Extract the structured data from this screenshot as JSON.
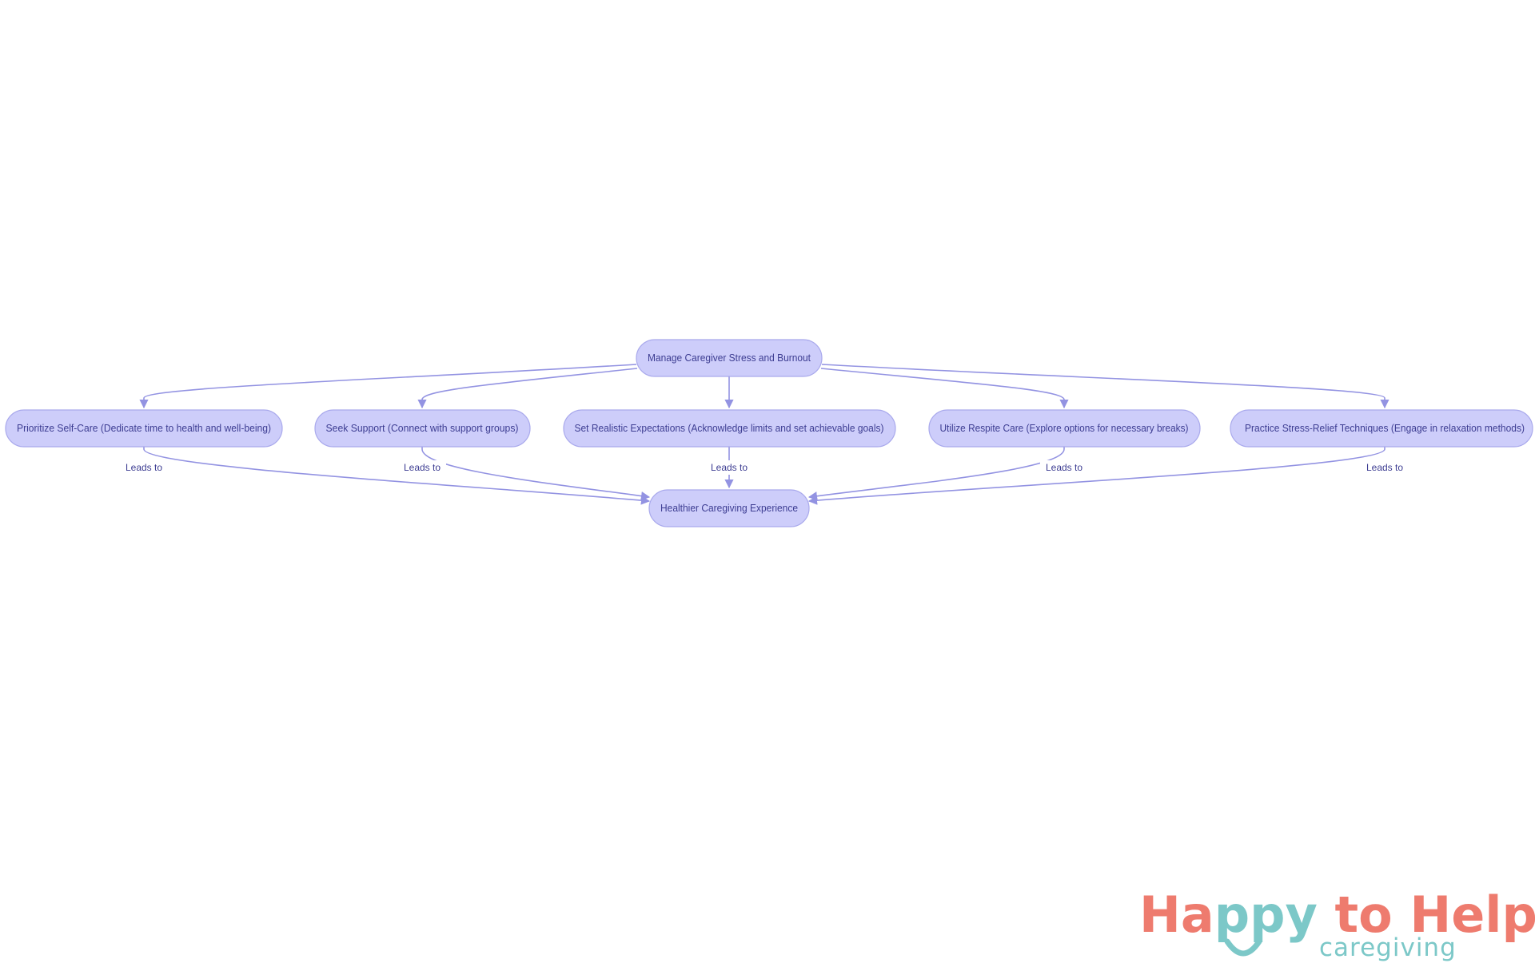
{
  "diagram": {
    "root": {
      "label": "Manage Caregiver Stress and Burnout"
    },
    "strategies": [
      {
        "label": "Prioritize Self-Care (Dedicate time to health and well-being)",
        "edge_label": "Leads to"
      },
      {
        "label": "Seek Support (Connect with support groups)",
        "edge_label": "Leads to"
      },
      {
        "label": "Set Realistic Expectations (Acknowledge limits and set achievable goals)",
        "edge_label": "Leads to"
      },
      {
        "label": "Utilize Respite Care (Explore options for necessary breaks)",
        "edge_label": "Leads to"
      },
      {
        "label": "Practice Stress-Relief Techniques (Engage in relaxation methods)",
        "edge_label": "Leads to"
      }
    ],
    "outcome": {
      "label": "Healthier Caregiving Experience"
    }
  },
  "logo": {
    "part1": "Ha",
    "part2": "ppy",
    "part3": " to Help",
    "tagline": "caregiving"
  },
  "colors": {
    "node_fill": "#cdcdfa",
    "node_stroke": "#a9a9ec",
    "edge": "#9393e2",
    "text": "#3d3d92",
    "logo_coral": "#ee7b6e",
    "logo_teal": "#7cc8c8"
  }
}
